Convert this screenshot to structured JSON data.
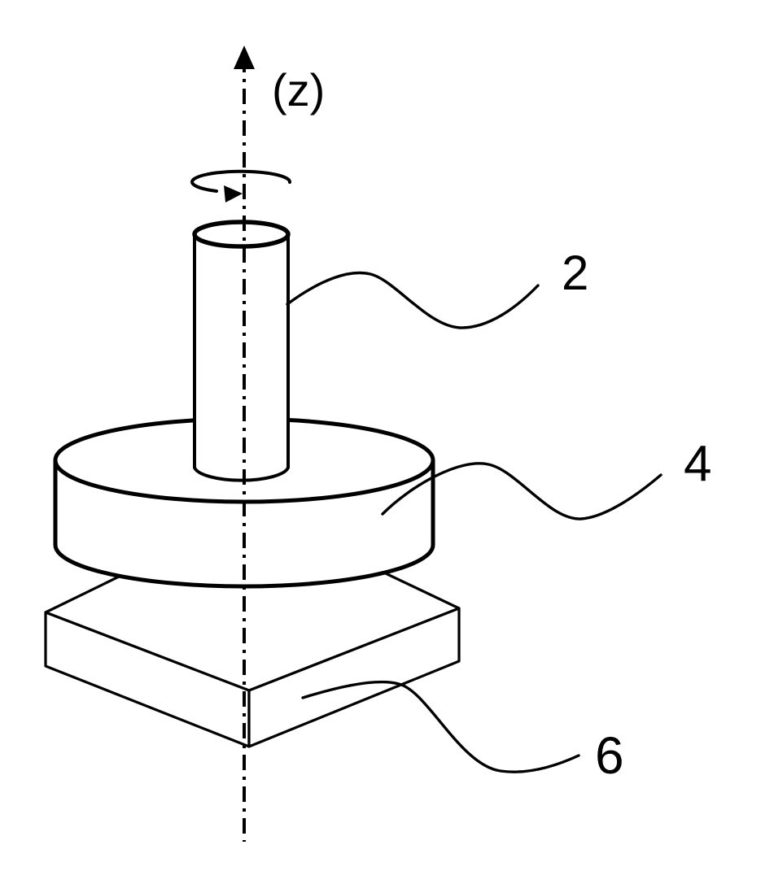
{
  "figure": {
    "type": "patent-style line drawing",
    "description": "Rotating shaft on a circular disc above a square plate, with vertical rotation axis",
    "axis_label": "(z)",
    "reference_numerals": {
      "shaft": "2",
      "disc": "4",
      "plate": "6"
    },
    "colors": {
      "line": "#000000",
      "background": "#ffffff"
    }
  }
}
